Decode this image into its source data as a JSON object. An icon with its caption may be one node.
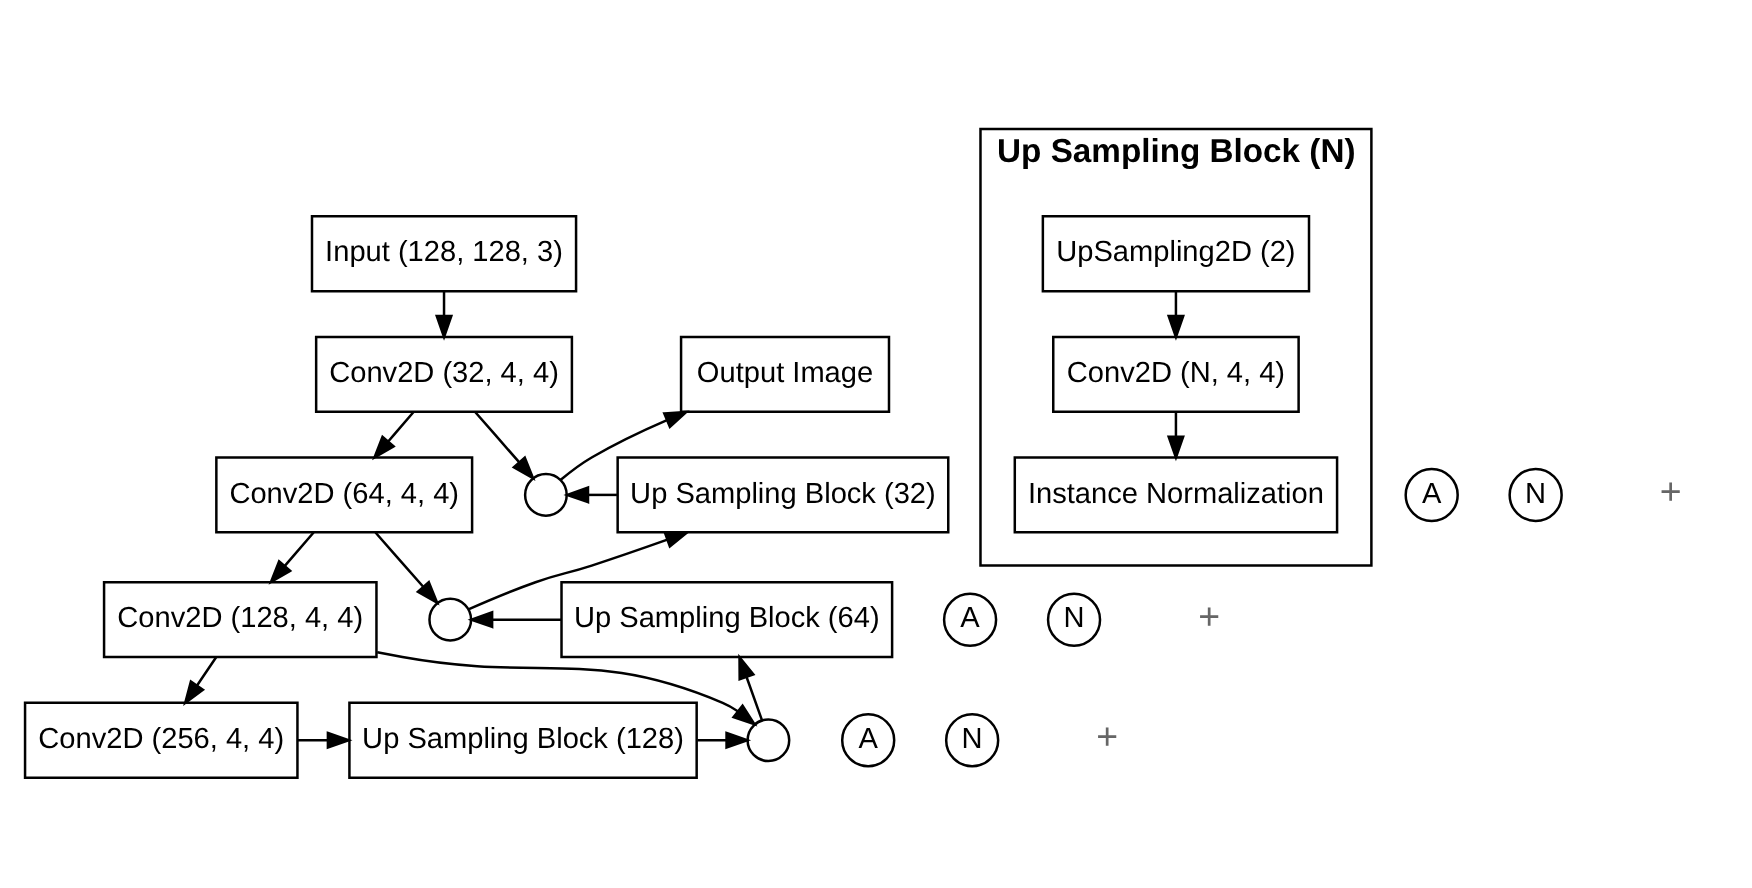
{
  "diagram": {
    "nodes": [
      {
        "text": [
          "Input (128, 128, 3)"
        ]
      },
      {
        "text": [
          "Conv2D (32, 4, 4)"
        ]
      },
      {
        "text": [
          "Conv2D (64, 4, 4)"
        ]
      },
      {
        "text": [
          "Conv2D (128, 4, 4)"
        ]
      },
      {
        "text": [
          "Conv2D (256, 4, 4)"
        ]
      },
      {
        "text": [
          "Output Image"
        ]
      },
      {
        "text": [],
        "shape": "circle"
      },
      {
        "text": [
          "Up Sampling Block (32)"
        ]
      },
      {
        "text": [],
        "shape": "circle"
      },
      {
        "text": [
          "Up Sampling Block (64)"
        ]
      },
      {
        "text": [],
        "shape": "circle"
      },
      {
        "text": [
          "Up Sampling Block (128)"
        ]
      },
      {
        "text": [
          "Up Sampling Block (N)"
        ]
      },
      {
        "text": [
          "UpSampling2D (2)"
        ],
        "in": 12
      },
      {
        "text": [
          "Conv2D (N, 4, 4)"
        ],
        "in": 12
      },
      {
        "text": [
          "Instance Normalization"
        ],
        "in": 12
      },
      {
        "text": [
          "A"
        ]
      },
      {
        "text": [
          "N"
        ]
      },
      {
        "text": [
          "A"
        ]
      },
      {
        "text": [
          "N"
        ]
      },
      {
        "text": [
          "A"
        ]
      },
      {
        "text": [
          "N"
        ]
      }
    ],
    "edges": [
      {
        "from": 0,
        "to": 1,
        "arrow": "to"
      },
      {
        "from": 1,
        "to": 2,
        "arrow": "to"
      },
      {
        "from": 2,
        "to": 3,
        "arrow": "to"
      },
      {
        "from": 3,
        "to": 4,
        "arrow": "to"
      },
      {
        "from": 4,
        "to": 11,
        "arrow": "to"
      },
      {
        "from": 11,
        "to": 10,
        "arrow": "to"
      },
      {
        "from": 10,
        "to": 9,
        "arrow": "to"
      },
      {
        "from": 9,
        "to": 8,
        "arrow": "to"
      },
      {
        "from": 8,
        "to": 7,
        "arrow": "to"
      },
      {
        "from": 7,
        "to": 6,
        "arrow": "to"
      },
      {
        "from": 6,
        "to": 5,
        "arrow": "to"
      },
      {
        "from": 1,
        "to": 6,
        "arrow": "to"
      },
      {
        "from": 2,
        "to": 8,
        "arrow": "to"
      },
      {
        "from": 3,
        "to": 10,
        "arrow": "to"
      },
      {
        "from": 13,
        "to": 14,
        "arrow": "to"
      },
      {
        "from": 14,
        "to": 15,
        "arrow": "to"
      }
    ],
    "labels": [
      "+",
      "+",
      "+"
    ]
  }
}
